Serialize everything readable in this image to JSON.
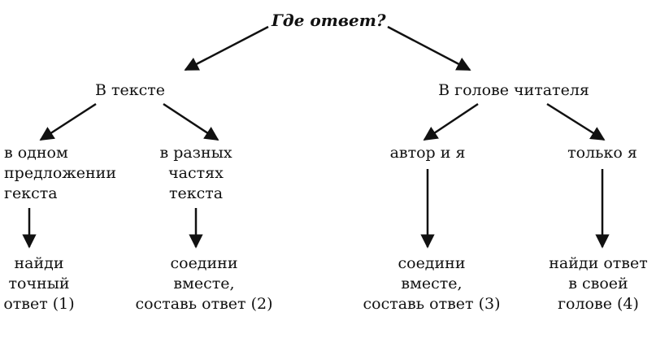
{
  "root": {
    "label": "Где ответ?"
  },
  "branches": [
    {
      "label": "В тексте",
      "children": [
        {
          "lines": [
            "в одном",
            "предложении",
            "гекста"
          ],
          "result_lines": [
            "найди",
            "точный",
            "ответ (1)"
          ]
        },
        {
          "lines": [
            "в разных",
            "частях",
            "текста"
          ],
          "result_lines": [
            "соедини",
            "вместе,",
            "составь ответ (2)"
          ]
        }
      ]
    },
    {
      "label": "В голове читателя",
      "children": [
        {
          "lines": [
            "автор и я"
          ],
          "result_lines": [
            "соедини",
            "вместе,",
            "составь ответ (3)"
          ]
        },
        {
          "lines": [
            "только я"
          ],
          "result_lines": [
            "найди ответ",
            "в своей",
            "голове (4)"
          ]
        }
      ]
    }
  ],
  "colors": {
    "ink": "#111111",
    "background": "#ffffff"
  }
}
